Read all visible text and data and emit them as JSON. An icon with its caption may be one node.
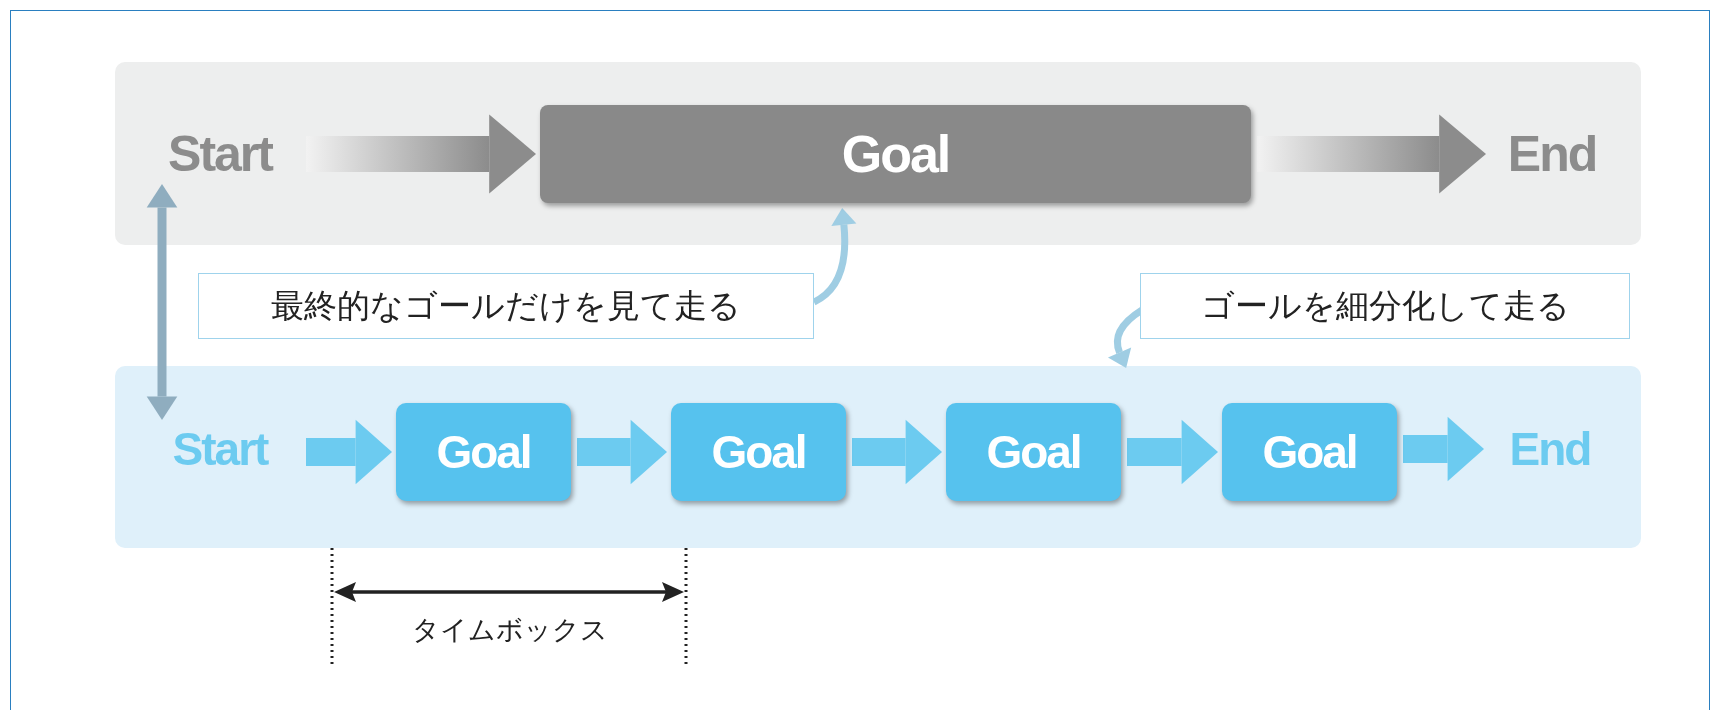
{
  "diagram": {
    "nodes": [
      {
        "text": [],
        "shape": "band"
      },
      {
        "text": [
          "Start"
        ],
        "in": 0
      },
      {
        "text": [
          "Goal"
        ],
        "in": 0
      },
      {
        "text": [
          "End"
        ],
        "in": 0
      },
      {
        "text": [
          "最終的なゴールだけを見て走る"
        ]
      },
      {
        "text": [
          "ゴールを細分化して走る"
        ]
      },
      {
        "text": [],
        "shape": "band"
      },
      {
        "text": [
          "Start"
        ],
        "in": 6
      },
      {
        "text": [
          "Goal"
        ],
        "in": 6
      },
      {
        "text": [
          "Goal"
        ],
        "in": 6
      },
      {
        "text": [
          "Goal"
        ],
        "in": 6
      },
      {
        "text": [
          "Goal"
        ],
        "in": 6
      },
      {
        "text": [
          "End"
        ],
        "in": 6
      }
    ],
    "edges": [
      {
        "from": 1,
        "to": 2,
        "arrow": "to",
        "color": "#8c8c8c"
      },
      {
        "from": 2,
        "to": 3,
        "arrow": "to",
        "color": "#8c8c8c"
      },
      {
        "from": 1,
        "to": 7,
        "arrow": "both",
        "color": "#8fadbf"
      },
      {
        "from": 4,
        "to": 2,
        "arrow": "to",
        "color": "#9fcde3"
      },
      {
        "from": 5,
        "to": 6,
        "arrow": "to",
        "color": "#9fcde3"
      },
      {
        "from": 7,
        "to": 8,
        "arrow": "to"
      },
      {
        "from": 8,
        "to": 9,
        "arrow": "to"
      },
      {
        "from": 9,
        "to": 10,
        "arrow": "to"
      },
      {
        "from": 10,
        "to": 11,
        "arrow": "to"
      },
      {
        "from": 11,
        "to": 12,
        "arrow": "to"
      }
    ],
    "labels": [
      "タイムボックス"
    ]
  }
}
